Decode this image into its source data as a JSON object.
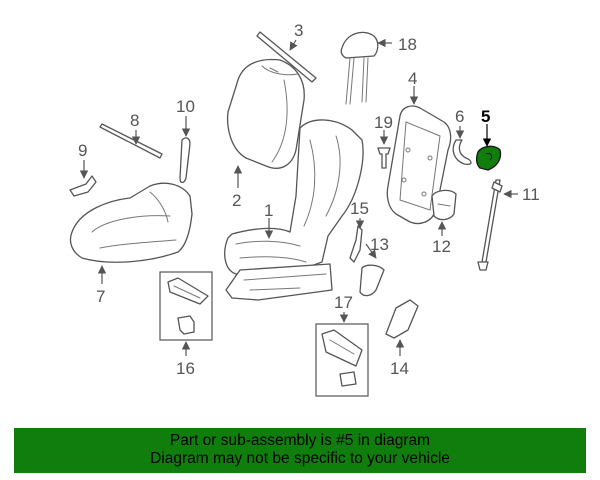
{
  "diagram": {
    "callouts": [
      "1",
      "2",
      "3",
      "4",
      "5",
      "6",
      "7",
      "8",
      "9",
      "10",
      "11",
      "12",
      "13",
      "14",
      "15",
      "16",
      "17",
      "18",
      "19"
    ],
    "highlighted_part": "5",
    "highlight_color": "#107e0d",
    "line_color": "#555555"
  },
  "banner": {
    "line1": "Part or sub-assembly is #5 in diagram",
    "line2": "Diagram may not be specific to your vehicle",
    "background": "#107e0d"
  }
}
